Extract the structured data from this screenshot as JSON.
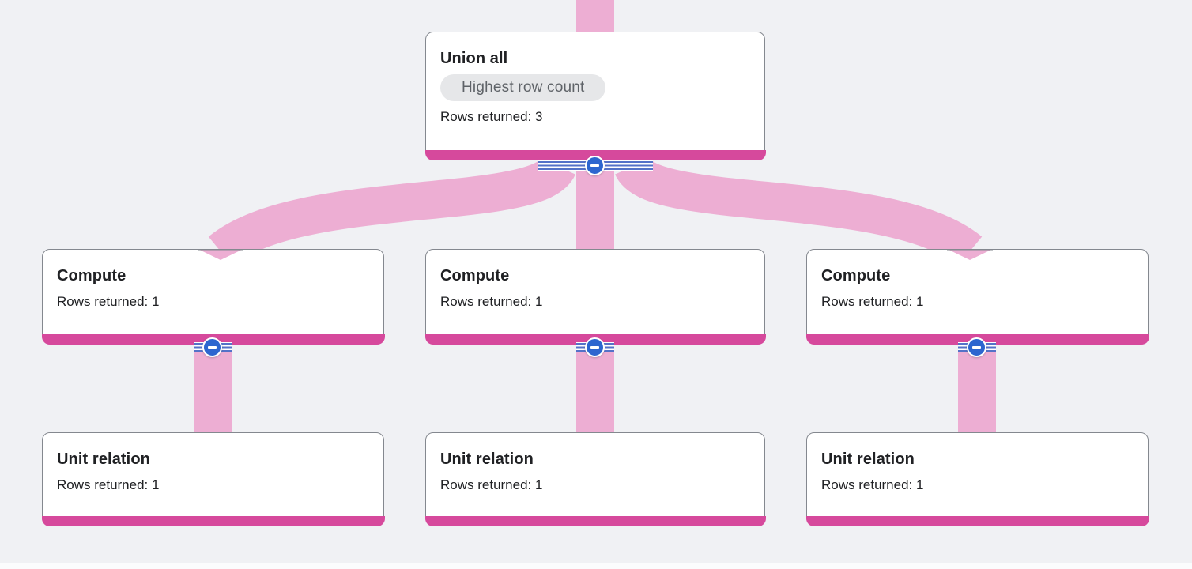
{
  "diagram": {
    "type": "query-execution-graph",
    "nodes": [
      {
        "id": "union-all",
        "title": "Union all",
        "badge": "Highest row count",
        "rows": "Rows returned: 3",
        "rows_returned": 3,
        "has_collapse_button": true
      },
      {
        "id": "compute-1",
        "title": "Compute",
        "rows": "Rows returned: 1",
        "rows_returned": 1,
        "has_collapse_button": true
      },
      {
        "id": "compute-2",
        "title": "Compute",
        "rows": "Rows returned: 1",
        "rows_returned": 1,
        "has_collapse_button": true
      },
      {
        "id": "compute-3",
        "title": "Compute",
        "rows": "Rows returned: 1",
        "rows_returned": 1,
        "has_collapse_button": true
      },
      {
        "id": "unit-relation-1",
        "title": "Unit relation",
        "rows": "Rows returned: 1",
        "rows_returned": 1,
        "has_collapse_button": false
      },
      {
        "id": "unit-relation-2",
        "title": "Unit relation",
        "rows": "Rows returned: 1",
        "rows_returned": 1,
        "has_collapse_button": false
      },
      {
        "id": "unit-relation-3",
        "title": "Unit relation",
        "rows": "Rows returned: 1",
        "rows_returned": 1,
        "has_collapse_button": false
      }
    ],
    "edges": [
      {
        "from": "union-all",
        "to": "output-above",
        "style": "straight"
      },
      {
        "from": "compute-1",
        "to": "union-all",
        "style": "curved"
      },
      {
        "from": "compute-2",
        "to": "union-all",
        "style": "straight"
      },
      {
        "from": "compute-3",
        "to": "union-all",
        "style": "curved"
      },
      {
        "from": "unit-relation-1",
        "to": "compute-1",
        "style": "straight"
      },
      {
        "from": "unit-relation-2",
        "to": "compute-2",
        "style": "straight"
      },
      {
        "from": "unit-relation-3",
        "to": "compute-3",
        "style": "straight"
      }
    ],
    "colors": {
      "bg": "#f0f1f4",
      "edge": "#edaed3",
      "accent_bar": "#d6499c",
      "node_border": "#84888f",
      "stripe": "#5472c8",
      "btn_blue": "#2d66cf",
      "badge_bg": "#e6e7e9",
      "badge_text": "#5f6368",
      "text": "#202124"
    }
  }
}
